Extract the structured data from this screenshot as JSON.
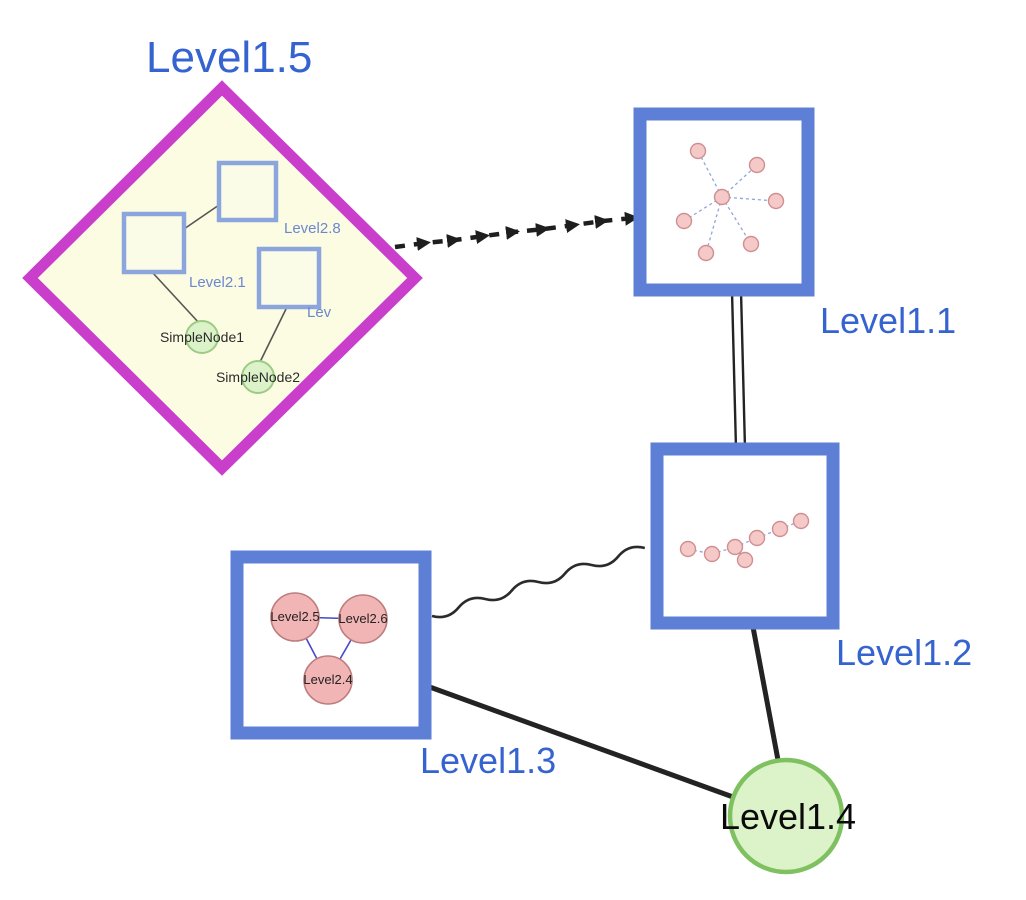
{
  "colors": {
    "label_blue": "#3563cf",
    "inner_label_blue": "#6d87cf",
    "diamond_stroke": "#c93ecb",
    "diamond_fill": "#fcfce3",
    "group_node_border": "#5e7fd6",
    "green_node_fill": "#dcf2c8",
    "green_node_stroke": "#7fc161",
    "pink_node_fill": "#f2b5b5",
    "pink_node_stroke": "#bd7d7d",
    "edge_color": "#232323",
    "inner_edge_blue": "#92a4dd",
    "triangle_edge_blue": "#4747cf",
    "label_black": "#0a0a0a"
  },
  "diagram": {
    "diamond_group": {
      "label": "Level1.5",
      "inner_squares": [
        {
          "label": "Level2.8"
        },
        {
          "label": "Level2.1"
        },
        {
          "label": "Lev"
        }
      ],
      "inner_circles": [
        {
          "label": "SimpleNode1"
        },
        {
          "label": "SimpleNode2"
        }
      ]
    },
    "group_nodes": [
      {
        "label": "Level1.1"
      },
      {
        "label": "Level1.2"
      },
      {
        "label": "Level1.3",
        "inner_circles": [
          {
            "label": "Level2.5"
          },
          {
            "label": "Level2.6"
          },
          {
            "label": "Level2.4"
          }
        ]
      }
    ],
    "circle_node": {
      "label": "Level1.4"
    }
  }
}
